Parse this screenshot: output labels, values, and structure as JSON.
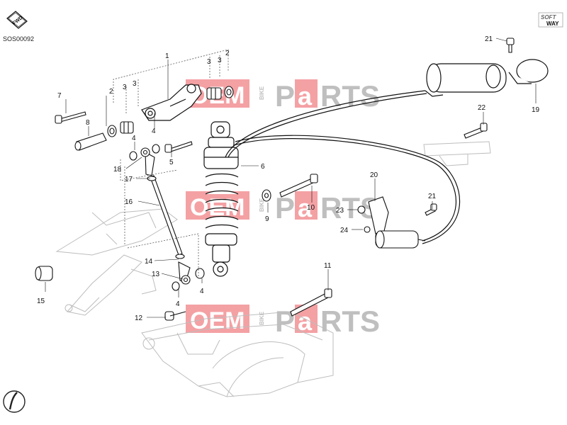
{
  "doc_code": "SOS00092",
  "brand_badge": {
    "line1": "SOFT",
    "line2": "WAY"
  },
  "watermark": {
    "part1": "OEM",
    "part2": "BIKE",
    "part3": "P",
    "part4": "a",
    "part5": "RTS"
  },
  "labels": [
    {
      "id": "l1",
      "text": "1"
    },
    {
      "id": "l2a",
      "text": "2"
    },
    {
      "id": "l2b",
      "text": "2"
    },
    {
      "id": "l3a",
      "text": "3"
    },
    {
      "id": "l3b",
      "text": "3"
    },
    {
      "id": "l3c",
      "text": "3"
    },
    {
      "id": "l3d",
      "text": "3"
    },
    {
      "id": "l4a",
      "text": "4"
    },
    {
      "id": "l4b",
      "text": "4"
    },
    {
      "id": "l4c",
      "text": "4"
    },
    {
      "id": "l4d",
      "text": "4"
    },
    {
      "id": "l5",
      "text": "5"
    },
    {
      "id": "l6",
      "text": "6"
    },
    {
      "id": "l7",
      "text": "7"
    },
    {
      "id": "l8",
      "text": "8"
    },
    {
      "id": "l9",
      "text": "9"
    },
    {
      "id": "l10",
      "text": "10"
    },
    {
      "id": "l11",
      "text": "11"
    },
    {
      "id": "l12",
      "text": "12"
    },
    {
      "id": "l13",
      "text": "13"
    },
    {
      "id": "l14",
      "text": "14"
    },
    {
      "id": "l15",
      "text": "15"
    },
    {
      "id": "l16",
      "text": "16"
    },
    {
      "id": "l17",
      "text": "17"
    },
    {
      "id": "l18",
      "text": "18"
    },
    {
      "id": "l19",
      "text": "19"
    },
    {
      "id": "l20",
      "text": "20"
    },
    {
      "id": "l21a",
      "text": "21"
    },
    {
      "id": "l21b",
      "text": "21"
    },
    {
      "id": "l22",
      "text": "22"
    },
    {
      "id": "l23",
      "text": "23"
    },
    {
      "id": "l24",
      "text": "24"
    }
  ],
  "colors": {
    "watermark_red": "#e8343c",
    "watermark_gray": "#b5b5b5",
    "line": "#111111",
    "faint": "#bdbdbd"
  }
}
